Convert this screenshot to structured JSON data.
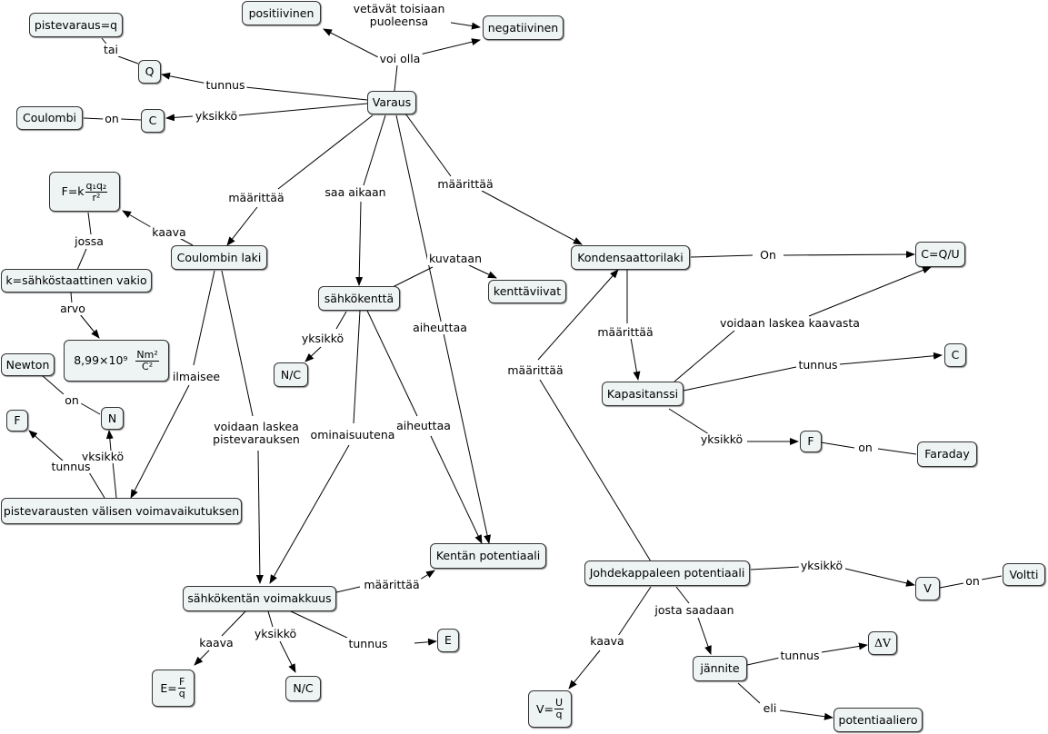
{
  "nodes": {
    "pistevaraus": "pistevaraus=q",
    "positiivinen": "positiivinen",
    "negatiivinen": "negatiivinen",
    "q_symbol": "Q",
    "varaus": "Varaus",
    "coulombi": "Coulombi",
    "c_unit": "C",
    "coulombin_formula": {
      "prefix": "F=k",
      "num": "q₁q₂",
      "den": "r²"
    },
    "coulombin_laki": "Coulombin laki",
    "k_vakio": "k=sähköstaattinen vakio",
    "k_arvo": {
      "prefix": "8,99×10⁹",
      "num": "Nm²",
      "den": "C²"
    },
    "newton": "Newton",
    "f_symbol": "F",
    "n_unit": "N",
    "pistevarausten": "pistevarausten välisen voimavaikutuksen",
    "sahkokentta": "sähkökenttä",
    "kenttaviivat": "kenttäviivat",
    "nc_unit_1": "N/C",
    "kondensaattorilaki": "Kondensaattorilaki",
    "cqu": "C=Q/U",
    "c_symbol": "C",
    "kapasitanssi": "Kapasitanssi",
    "f_unit": "F",
    "faraday": "Faraday",
    "kentan_potentiaali": "Kentän potentiaali",
    "sahkokentan_voimakkuus": "sähkökentän voimakkuus",
    "e_formula": {
      "prefix": "E=",
      "num": "F",
      "den": "q"
    },
    "nc_unit_2": "N/C",
    "e_symbol": "E",
    "johdekappaleen": "Johdekappaleen potentiaali",
    "v_unit": "V",
    "voltti": "Voltti",
    "v_formula": {
      "prefix": "V=",
      "num": "U",
      "den": "q"
    },
    "jannite": "jännite",
    "delta_v": "ΔV",
    "potentiaaliero": "potentiaaliero"
  },
  "labels": {
    "vetavat": "vetävät toisiaan puoleensa",
    "voi_olla": "voi olla",
    "tai": "tai",
    "tunnus_q": "tunnus",
    "on_coulombi": "on",
    "yksikko_c": "yksikkö",
    "maarittaa_coulomb": "määrittää",
    "saa_aikaan": "saa aikaan",
    "maarittaa_kond": "määrittää",
    "kaava_coulomb": "kaava",
    "jossa": "jossa",
    "arvo": "arvo",
    "on_newton": "on",
    "yksikko_n": "yksikkö",
    "tunnus_f": "tunnus",
    "ilmaisee": "ilmaisee",
    "voidaan_laskea": "voidaan laskea pistevarauksen",
    "kuvataan": "kuvataan",
    "yksikko_nc": "yksikkö",
    "ominaisuutena": "ominaisuutena",
    "aiheuttaa_1": "aiheuttaa",
    "aiheuttaa_2": "aiheuttaa",
    "on_cqu": "On",
    "maarittaa_johde": "määrittää",
    "maarittaa_kap": "määrittää",
    "voidaan_kaava": "voidaan laskea kaavasta",
    "tunnus_c": "tunnus",
    "yksikko_f": "yksikkö",
    "on_faraday": "on",
    "maarittaa_kentan": "määrittää",
    "kaava_e": "kaava",
    "yksikko_nc2": "yksikkö",
    "tunnus_e": "tunnus",
    "yksikko_v": "yksikkö",
    "on_voltti": "on",
    "josta_saadaan": "josta saadaan",
    "kaava_v": "kaava",
    "tunnus_dv": "tunnus",
    "eli": "eli"
  }
}
